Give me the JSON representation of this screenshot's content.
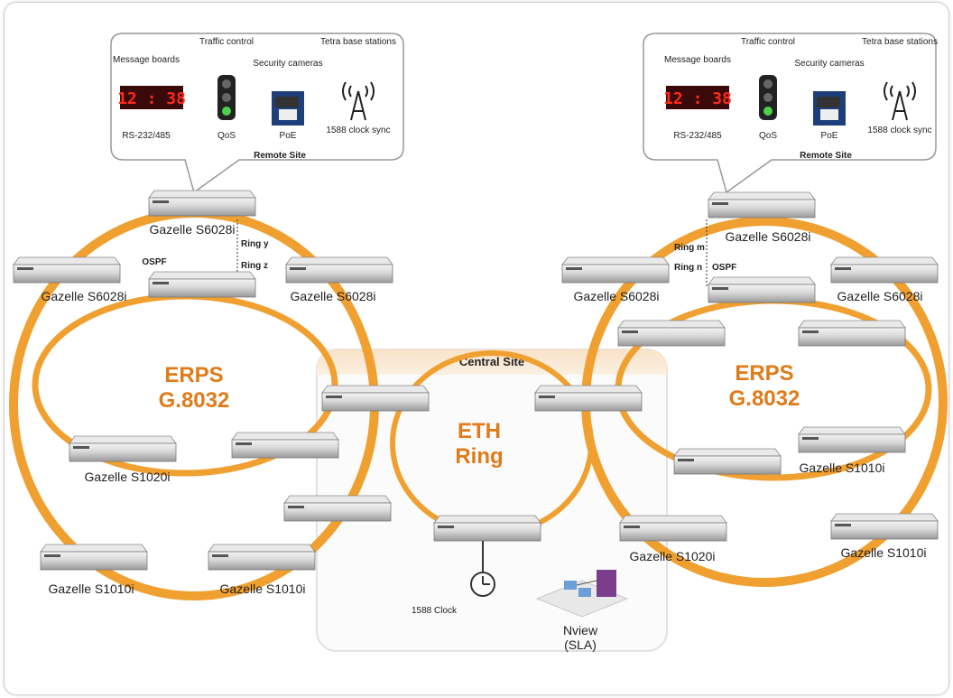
{
  "colors": {
    "ring": "#f0a030",
    "accent_text": "#e07b1a",
    "led_red": "#ff2a1a",
    "central_header": "#f7dcc0"
  },
  "remote_sites": [
    {
      "message_boards": "Message boards",
      "display": "12 : 38",
      "rs": "RS-232/485",
      "traffic": "Traffic control",
      "qos": "QoS",
      "security": "Security cameras",
      "poe": "PoE",
      "tetra": "Tetra base stations",
      "clock": "1588 clock sync",
      "site_label": "Remote Site"
    },
    {
      "message_boards": "Message boards",
      "display": "12 : 38",
      "rs": "RS-232/485",
      "traffic": "Traffic control",
      "qos": "QoS",
      "security": "Security cameras",
      "poe": "PoE",
      "tetra": "Tetra base stations",
      "clock": "1588 clock sync",
      "site_label": "Remote Site"
    }
  ],
  "left": {
    "top_switch": "Gazelle S6028i",
    "left_switch": "Gazelle S6028i",
    "right_switch": "Gazelle S6028i",
    "ospf": "OSPF",
    "ring_a": "Ring y",
    "ring_b": "Ring z",
    "erps_1": "ERPS",
    "erps_2": "G.8032",
    "inner_switch": "Gazelle S1020i",
    "bottom_left": "Gazelle S1010i",
    "bottom_right": "Gazelle S1010i"
  },
  "right": {
    "top_switch": "Gazelle S6028i",
    "left_switch": "Gazelle S6028i",
    "right_switch": "Gazelle S6028i",
    "ospf": "OSPF",
    "ring_a": "Ring m",
    "ring_b": "Ring n",
    "erps_1": "ERPS",
    "erps_2": "G.8032",
    "switch_s1010_upper": "Gazelle S1010i",
    "switch_s1020": "Gazelle S1020i",
    "switch_s1010_lower": "Gazelle S1010i"
  },
  "central": {
    "title": "Central Site",
    "eth_1": "ETH",
    "eth_2": "Ring",
    "clock": "1588 Clock",
    "nview_1": "Nview",
    "nview_2": "(SLA)"
  }
}
